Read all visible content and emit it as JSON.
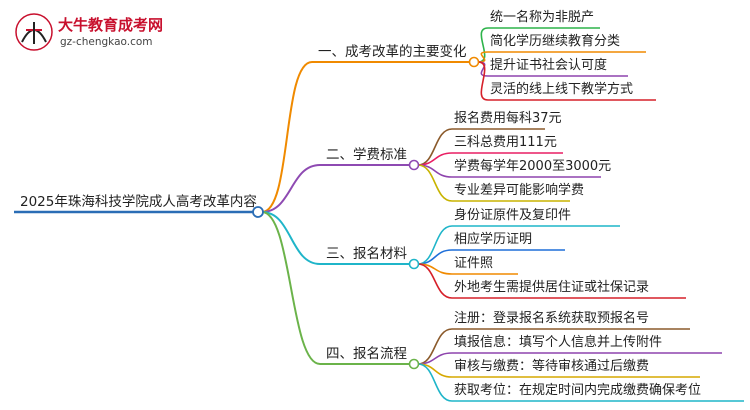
{
  "brand": {
    "title": "大牛教育成考网",
    "url": "gz-chengkao.com",
    "logo_text": "大牛"
  },
  "root": {
    "label": "2025年珠海科技学院成人高考改革内容"
  },
  "branches": [
    {
      "label": "一、成考改革的主要变化",
      "color": "#f08a00",
      "leaves": [
        {
          "label": "统一名称为非脱产",
          "color": "#2db34a"
        },
        {
          "label": "简化学历继续教育分类",
          "color": "#f08a00"
        },
        {
          "label": "提升证书社会认可度",
          "color": "#8e44ad"
        },
        {
          "label": "灵活的线上线下教学方式",
          "color": "#d6202a"
        }
      ]
    },
    {
      "label": "二、学费标准",
      "color": "#8e4ab2",
      "leaves": [
        {
          "label": "报名费用每科37元",
          "color": "#8b5a2b"
        },
        {
          "label": "三科总费用111元",
          "color": "#e91e63"
        },
        {
          "label": "学费每学年2000至3000元",
          "color": "#8e44ad"
        },
        {
          "label": "专业差异可能影响学费",
          "color": "#c8b400"
        }
      ]
    },
    {
      "label": "三、报名材料",
      "color": "#1fb5c9",
      "leaves": [
        {
          "label": "身份证原件及复印件",
          "color": "#1fb5c9"
        },
        {
          "label": "相应学历证明",
          "color": "#1e6fd9"
        },
        {
          "label": "证件照",
          "color": "#f08a00"
        },
        {
          "label": "外地考生需提供居住证或社保记录",
          "color": "#d6202a"
        }
      ]
    },
    {
      "label": "四、报名流程",
      "color": "#6bb34a",
      "leaves": [
        {
          "label": "注册：登录报名系统获取预报名号",
          "color": "#8b5a2b"
        },
        {
          "label": "填报信息：填写个人信息并上传附件",
          "color": "#8e44ad"
        },
        {
          "label": "审核与缴费：等待审核通过后缴费",
          "color": "#d6a800"
        },
        {
          "label": "获取考位：在规定时间内完成缴费确保考位",
          "color": "#1fb5c9"
        }
      ]
    }
  ],
  "colors": {
    "root_line": "#2a6db5",
    "node_fill": "#ffffff"
  }
}
